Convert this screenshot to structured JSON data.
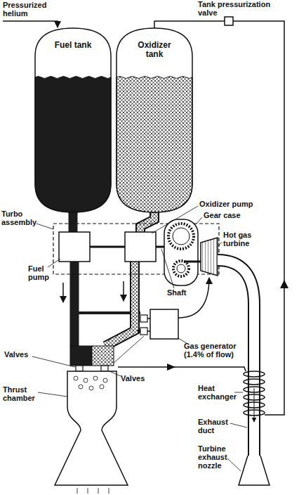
{
  "diagram": {
    "nodes": [
      {
        "text": [
          "Fuel tank"
        ]
      },
      {
        "text": [
          "Oxidizer tank"
        ]
      }
    ],
    "labels": [
      "Pressurized helium",
      "Tank pressurization valve",
      "Turbo assembly",
      "Fuel pump",
      "Oxidizer pump",
      "Gear case",
      "Hot gas turbine",
      "Shaft",
      "Gas generator (1.4% of flow)",
      "Valves",
      "Valves",
      "Thrust chamber",
      "Heat exchanger",
      "Exhaust duct",
      "Turbine exhaust nozzle"
    ]
  }
}
